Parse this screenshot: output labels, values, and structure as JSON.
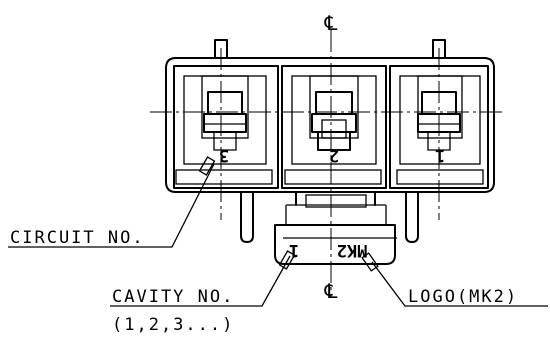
{
  "drawing": {
    "centerline_symbol": "℄",
    "labels": {
      "circuit_no": "CIRCUIT NO.",
      "cavity_no": "CAVITY NO.",
      "cavity_sequence": "(1,2,3...)",
      "logo": "LOGO(MK2)"
    },
    "circuit_numbers": [
      "3",
      "2",
      "1"
    ],
    "cavity_number": "1",
    "logo_text": "MK2"
  }
}
